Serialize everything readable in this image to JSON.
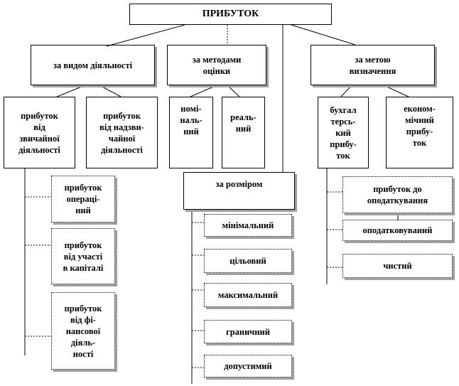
{
  "root": "ПРИБУТОК",
  "groups": {
    "activity": "за видом діяльності",
    "evaluation": "за методами\nоцінки",
    "purpose": "за метою\nвизначення",
    "size": "за розміром"
  },
  "activity_types": {
    "ordinary": "прибуток\nвід\nзвичайної\nдіяльності",
    "extraordinary": "прибуток\nвід надзви-\nчайної\nдіяльності"
  },
  "activity_subtypes": {
    "operating": "прибуток\nопераці-\nний",
    "participation": "прибуток\nвід участі\nв капіталі",
    "financial": "прибуток\nвід фі-\nнансової\nдіяль-\nності"
  },
  "evaluation_types": {
    "nominal": "номі-\nналь-\nний",
    "real": "реаль-\nний"
  },
  "purpose_types": {
    "accounting": "бухгал\nтерсь-\nкий\nприбу-\nток",
    "economic": "економ-\nмічний\nприбу-\nток"
  },
  "purpose_subtypes": {
    "before_tax": "прибуток до\nоподаткування",
    "taxable": "оподатковуваний",
    "net": "чистий"
  },
  "size_types": {
    "minimal": "мінімальний",
    "target": "цільовий",
    "maximal": "максимальний",
    "marginal": "граничний",
    "permissible": "допустимий"
  }
}
